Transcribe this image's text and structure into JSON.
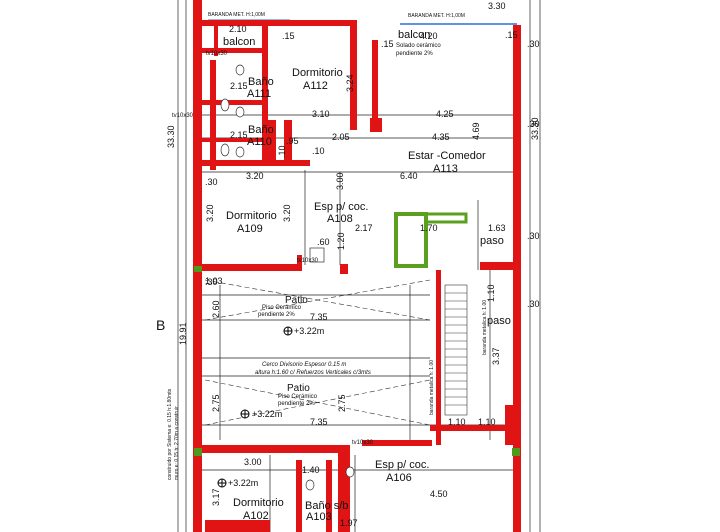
{
  "rooms": {
    "balcon_left": "balcon",
    "balcon_right": "balcon",
    "solado": "Solado cerámico",
    "solado_pend": "pendiente 2%",
    "dorm_a112": "Dormitorio",
    "dorm_a112_code": "A112",
    "bano_a111": "Baño",
    "bano_a111_code": "A111",
    "bano_a110": "Baño",
    "bano_a110_code": "A110",
    "estar": "Estar -Comedor",
    "estar_code": "A113",
    "dorm_a109": "Dormitorio",
    "dorm_a109_code": "A109",
    "esp_a108": "Esp p/ coc.",
    "esp_a108_code": "A108",
    "paso_top": "paso",
    "paso_mid": "paso",
    "patio1": "Patio",
    "patio1_piso": "Piso   Cerámico",
    "patio1_pend": "pendiente 2%",
    "patio2": "Patio",
    "patio2_piso": "Piso   Cerámico",
    "patio2_pend": "pendiente  2%",
    "esp_a106": "Esp p/ coc.",
    "esp_a106_code": "A106",
    "dorm_a102": "Dormitorio",
    "dorm_a102_code": "A102",
    "bano_a103": "Baño s/b",
    "bano_a103_code": "A103"
  },
  "notes": {
    "baranda_left": "BARANDA MET. H:1,00M",
    "baranda_right": "BARANDA MET. H:1,00M",
    "cerco1": "Cerco  Divisorio Espesor 0.15 m",
    "cerco2": "altura h:1.60 c/ Refuerzos Verticales c/3mts",
    "baranda_stair": "baranda metalica h: 1.00",
    "baranda_stair2": "baranda metalica h: 1.00",
    "left_note": "construido por Sistema e: 0.15 h:1.80mts",
    "left_note2": "muro e: 0.15 h: 2.70m a construir",
    "section": "B",
    "level1": "+3.22m",
    "level2": "+3.22m",
    "level3": "+3.22m"
  },
  "dims": {
    "d210": "2.10",
    "d420": "4.20",
    "d15a": ".15",
    "d15b": ".15",
    "d15c": ".15",
    "d30a": ".30",
    "d30b": ".30",
    "d30c": ".30",
    "d30d": ".30",
    "d30e": ".30",
    "d30f": ".30",
    "d215a": "2.15",
    "d215b": "2.15",
    "d310": "3.10",
    "d205": "2.05",
    "d425": "4.25",
    "d435": "4.35",
    "d640": "6.40",
    "d320a": "3.20",
    "d320b": "3.20",
    "d320c": "3.20",
    "d300a": "3.00",
    "d300b": "3.00",
    "d324": "3.24",
    "d469": "4.69",
    "d217": "2.17",
    "d170": "1.70",
    "d163": "1.63",
    "d120": "1.20",
    "d60": ".60",
    "d95": ".95",
    "d10a": ".10",
    "d10b": ".10",
    "d103": "1.03",
    "d735a": "7.35",
    "d735b": "7.35",
    "d260": "2.60",
    "d275a": "2.75",
    "d275b": "2.75",
    "d110a": "1.10",
    "d110b": "1.10",
    "d110c": "1.10",
    "d337": "3.37",
    "d140": "1.40",
    "d450": "4.50",
    "d317": "3.17",
    "d1991": "19.91",
    "d3330a": "33.30",
    "d3330b": "33.30",
    "tv1": "tv10x30",
    "tv2": "tv10x30",
    "tv3": "tv10x30",
    "tv4": "tv10x30",
    "d197": "1.97",
    "d330": "3.30"
  }
}
